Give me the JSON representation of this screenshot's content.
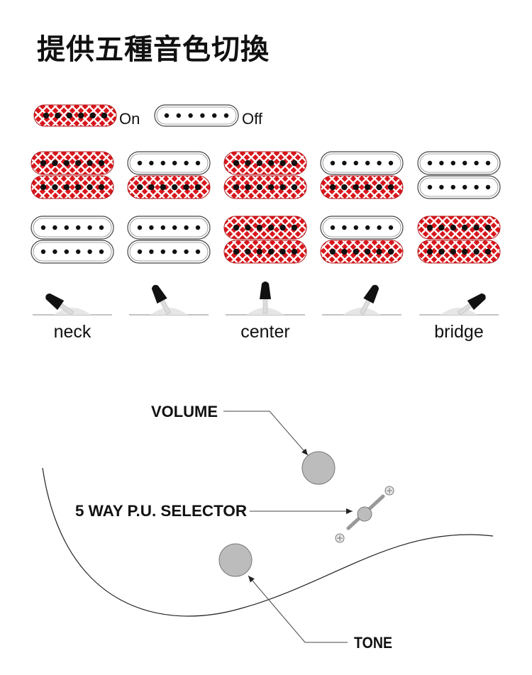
{
  "title": "提供五種音色切換",
  "legend": {
    "on_label": "On",
    "off_label": "Off"
  },
  "positions": [
    {
      "label": "neck",
      "pickups": [
        true,
        true
      ],
      "neck_pickups": [
        false,
        false
      ]
    },
    {
      "label": "",
      "pickups": [
        false,
        true
      ],
      "neck_pickups": [
        false,
        false
      ]
    },
    {
      "label": "center",
      "pickups": [
        true,
        true
      ],
      "neck_pickups": [
        true,
        true
      ]
    },
    {
      "label": "",
      "pickups": [
        false,
        true
      ],
      "neck_pickups": [
        false,
        true
      ]
    },
    {
      "label": "bridge",
      "pickups": [
        false,
        false
      ],
      "neck_pickups": [
        true,
        true
      ]
    }
  ],
  "callouts": {
    "volume": "VOLUME",
    "selector": "5 WAY P.U. SELECTOR",
    "tone": "TONE"
  },
  "colors": {
    "on_fill": "#d8161c",
    "off_fill": "#ffffff",
    "knob": "#bcbcbc",
    "dot": "#111111"
  }
}
